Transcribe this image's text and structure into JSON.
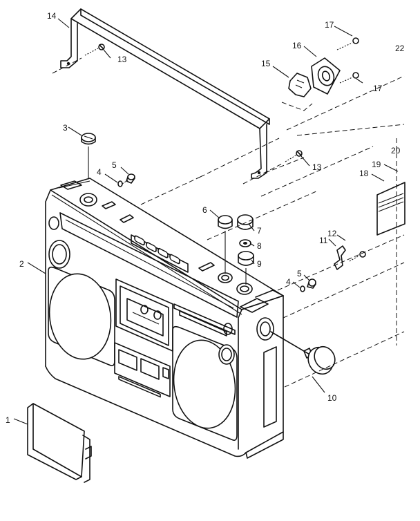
{
  "callouts": {
    "c1": "1",
    "c2": "2",
    "c3": "3",
    "c4a": "4",
    "c4b": "4",
    "c5a": "5",
    "c5b": "5",
    "c6": "6",
    "c7": "7",
    "c8": "8",
    "c9": "9",
    "c10": "10",
    "c11": "11",
    "c12": "12",
    "c13a": "13",
    "c13b": "13",
    "c14": "14",
    "c15": "15",
    "c16": "16",
    "c17a": "17",
    "c17b": "17",
    "c18": "18",
    "c19": "19",
    "c20": "20",
    "c22": "22"
  }
}
